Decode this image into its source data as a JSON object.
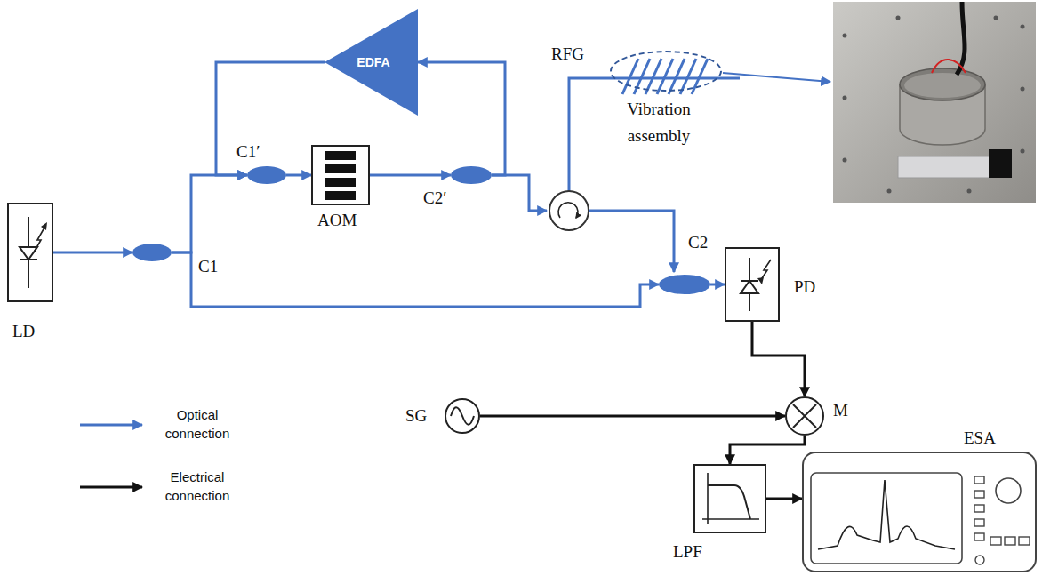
{
  "diagram": {
    "nodes": [
      {
        "text": [
          "LD"
        ]
      },
      {
        "text": [
          "C1"
        ]
      },
      {
        "text": [
          "C1′"
        ]
      },
      {
        "text": [
          "AOM"
        ]
      },
      {
        "text": [
          "C2′"
        ]
      },
      {
        "text": [
          "EDFA"
        ]
      },
      {
        "text": [
          "RFG"
        ]
      },
      {
        "text": [
          "C2"
        ]
      },
      {
        "text": [
          "PD"
        ]
      },
      {
        "text": [
          "SG"
        ]
      },
      {
        "text": [
          "M"
        ]
      },
      {
        "text": [
          "LPF"
        ]
      },
      {
        "text": [
          "ESA"
        ]
      }
    ],
    "edges": [
      {
        "from": 0,
        "to": 1,
        "arrow": "to"
      },
      {
        "from": 1,
        "to": 2,
        "arrow": "to"
      },
      {
        "from": 1,
        "to": 7,
        "arrow": "to"
      },
      {
        "from": 2,
        "to": 3,
        "arrow": "to"
      },
      {
        "from": 3,
        "to": 4,
        "arrow": "to"
      },
      {
        "from": 4,
        "to": 5,
        "arrow": "to"
      },
      {
        "from": 5,
        "to": 2,
        "arrow": "to"
      },
      {
        "from": 7,
        "to": 8,
        "arrow": "to"
      },
      {
        "from": 8,
        "to": 10,
        "arrow": "to"
      },
      {
        "from": 9,
        "to": 10,
        "arrow": "to"
      },
      {
        "from": 10,
        "to": 11,
        "arrow": "to"
      },
      {
        "from": 11,
        "to": 12,
        "arrow": "to"
      }
    ],
    "labels": [
      "Vibration assembly"
    ],
    "legend": [
      {
        "text": "Optical connection"
      },
      {
        "text": "Electrical connection"
      }
    ]
  }
}
